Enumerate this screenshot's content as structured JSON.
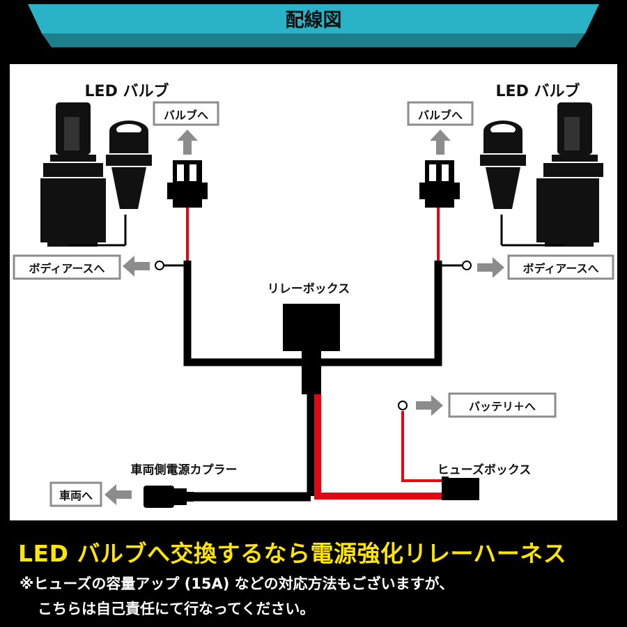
{
  "header": {
    "title": "配線図"
  },
  "labels": {
    "led_bulb_left": "LED バルブ",
    "led_bulb_right": "LED バルブ",
    "to_bulb_left": "バルブへ",
    "to_bulb_right": "バルブへ",
    "body_earth_left": "ボディアースへ",
    "body_earth_right": "ボディアースへ",
    "relay_box": "リレーボックス",
    "to_battery": "バッテリ＋へ",
    "fuse_box": "ヒューズボックス",
    "vehicle_coupler": "車両側電源カプラー",
    "to_vehicle": "車両へ"
  },
  "footer": {
    "headline": "LED バルブへ交換するなら電源強化リレーハーネス",
    "note_line1": "※ヒューズの容量アップ (15A) などの対応方法もございますが、",
    "note_line2": "こちらは自己責任にて行なってください。"
  },
  "colors": {
    "banner_teal": "#2ab3c6",
    "wire_red": "#e30613",
    "wire_black": "#000000",
    "arrow_grey": "#8c8c8c",
    "headline_yellow": "#ffe600"
  }
}
